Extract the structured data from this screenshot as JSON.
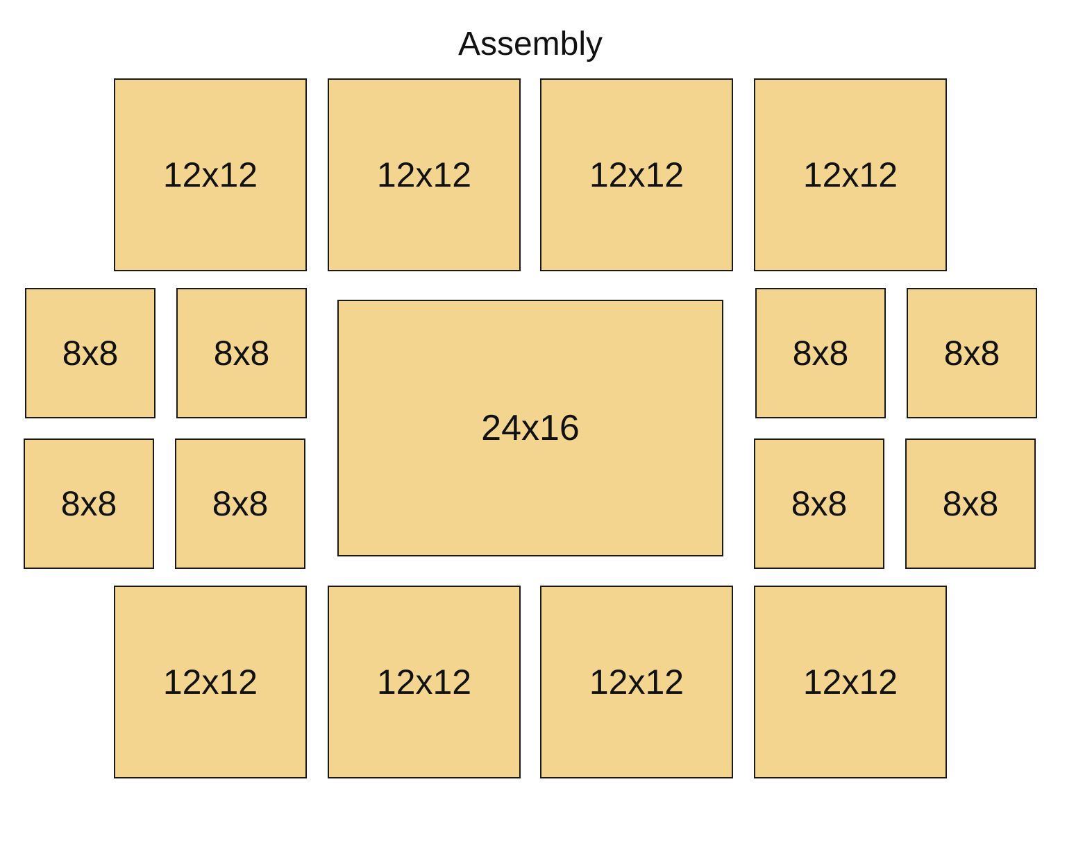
{
  "title": "Assembly",
  "colors": {
    "panel_fill": "#f3d590",
    "panel_border": "#1a1a1a",
    "background": "#ffffff"
  },
  "panels": {
    "top": [
      "12x12",
      "12x12",
      "12x12",
      "12x12"
    ],
    "left": [
      "8x8",
      "8x8",
      "8x8",
      "8x8"
    ],
    "center": "24x16",
    "right": [
      "8x8",
      "8x8",
      "8x8",
      "8x8"
    ],
    "bottom": [
      "12x12",
      "12x12",
      "12x12",
      "12x12"
    ]
  }
}
